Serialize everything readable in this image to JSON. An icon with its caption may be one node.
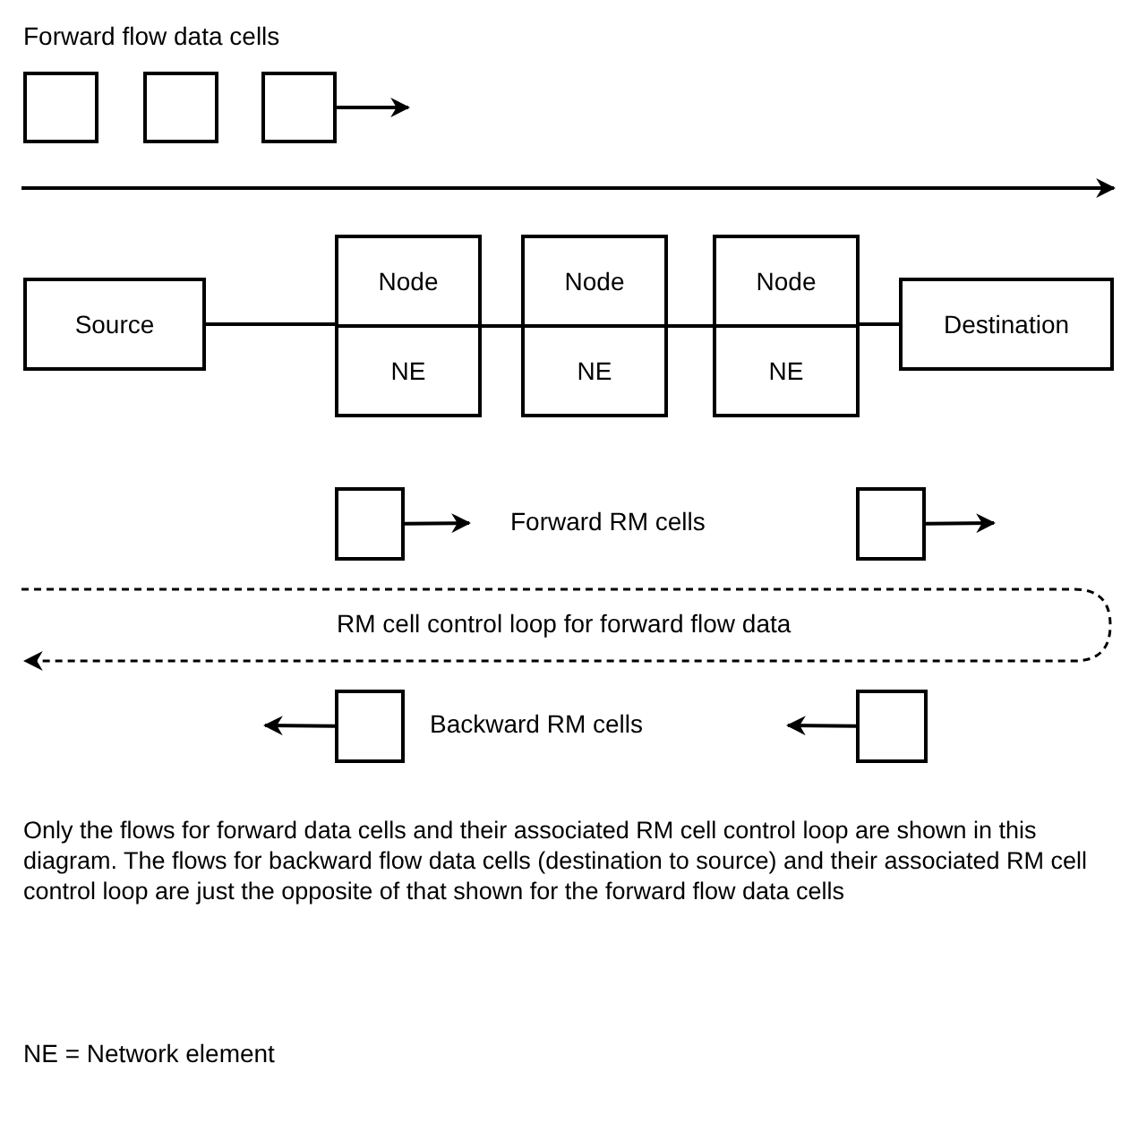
{
  "diagram": {
    "nodes": [
      {
        "text": [],
        "shape": "box"
      },
      {
        "text": [],
        "shape": "box"
      },
      {
        "text": [],
        "shape": "box"
      },
      {
        "text": [
          "Source"
        ]
      },
      {
        "text": [
          "Node",
          "NE"
        ]
      },
      {
        "text": [
          "Node",
          "NE"
        ]
      },
      {
        "text": [
          "Node",
          "NE"
        ]
      },
      {
        "text": [
          "Destination"
        ]
      },
      {
        "text": [],
        "shape": "box"
      },
      {
        "text": [],
        "shape": "box"
      },
      {
        "text": [],
        "shape": "box"
      },
      {
        "text": [],
        "shape": "box"
      }
    ],
    "edges": [
      {
        "from": 2,
        "to": null,
        "arrow": "to"
      },
      {
        "from": 3,
        "to": 4,
        "arrow": "none"
      },
      {
        "from": 4,
        "to": 5,
        "arrow": "none"
      },
      {
        "from": 5,
        "to": 6,
        "arrow": "none"
      },
      {
        "from": 6,
        "to": 7,
        "arrow": "none"
      },
      {
        "from": 8,
        "to": null,
        "arrow": "to"
      },
      {
        "from": 9,
        "to": null,
        "arrow": "to"
      },
      {
        "from": 10,
        "to": null,
        "arrow": "to"
      },
      {
        "from": 11,
        "to": null,
        "arrow": "to"
      }
    ],
    "labels": [
      "Forward flow data cells",
      "Forward RM cells",
      "RM cell control loop for forward flow data",
      "Backward RM cells",
      "Only the flows for forward data cells and their associated RM cell control loop are shown in this diagram. The flows for backward flow data cells (destination to source) and their associated RM cell control loop are just the opposite of that shown for the forward flow data cells",
      "NE = Network element"
    ]
  }
}
